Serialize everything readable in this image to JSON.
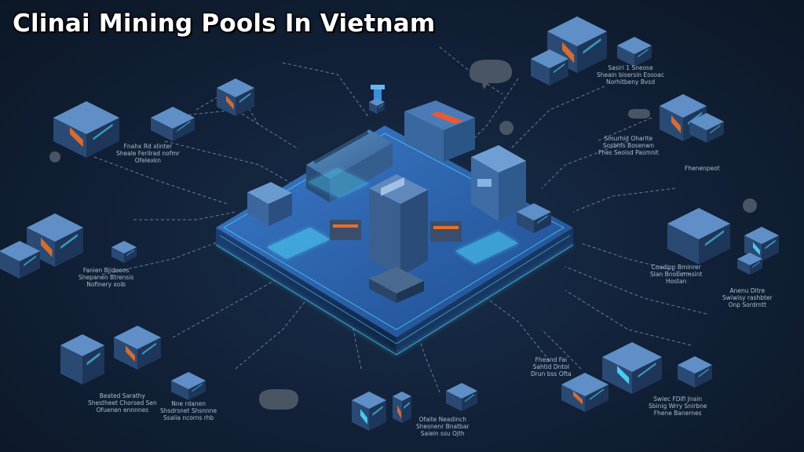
{
  "header": {
    "title": "Clinai Mining Pools In Vietnam"
  },
  "callouts": [
    {
      "id": "topleft",
      "text": "Fnahx Rd xlinter\nSheale Ferilrad nofmr\nOfelexkn"
    },
    {
      "id": "topright",
      "text": "Sasiri 1 Sneose\nSheain bisersin Eosoac\nNorhitbeny Bvsd"
    },
    {
      "id": "rightmid1",
      "text": "Smurhid Oharlte\nSosbhis Bosenwn\nFhes Seoisd Pasmnit"
    },
    {
      "id": "rightmid2",
      "text": "Fhenenpeot"
    },
    {
      "id": "leftmid",
      "text": "Fanien Biideoos\nShepanen Btrensis\nNofinery xoib"
    },
    {
      "id": "right2",
      "text": "Coadipp Bminrer\nSlan Bnobermsint\nHostan"
    },
    {
      "id": "right3",
      "text": "Anenu Ditre\nSwiwisy rashbter\nOnp Sordrntt"
    },
    {
      "id": "botleft",
      "text": "Beated Sarathy\nShestheet Chorsed Sen\nOfuenen ennnnes"
    },
    {
      "id": "botleft2",
      "text": "Nne rdanen\nShsdrsnet Shsnnne\nSsalia ncorns rhb"
    },
    {
      "id": "botmid",
      "text": "Ofaite Neadinch\nShesnenr Bnatbar\nSaiein ssu Ojth"
    },
    {
      "id": "botright1",
      "text": "Fheand Fai\nSahtid Dntol\nDrun bss Ofta"
    },
    {
      "id": "botright2",
      "text": "Swiec FDifi Jnain\nSbinig Wrry Snirbne\nFhene Banernes"
    }
  ],
  "colors": {
    "background": "#12223a",
    "accent_blue": "#3a8fd9",
    "glow_cyan": "#4fd8ff",
    "accent_orange": "#e8702a",
    "platform": "#2c5ea8"
  }
}
